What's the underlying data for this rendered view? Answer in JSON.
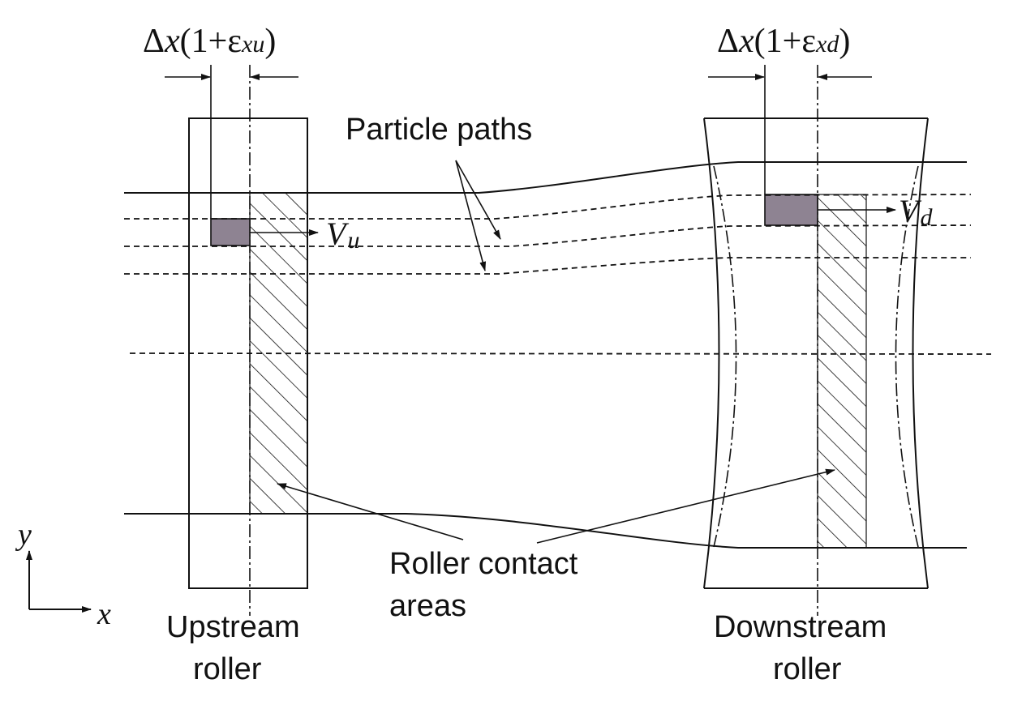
{
  "labels": {
    "particle_paths": "Particle paths",
    "roller_contact_line1": "Roller contact",
    "roller_contact_line2": "areas",
    "upstream_line1": "Upstream",
    "upstream_line2": "roller",
    "downstream_line1": "Downstream",
    "downstream_line2": "roller",
    "velocity_upstream_symbol": "V",
    "velocity_upstream_sub": "u",
    "velocity_downstream_symbol": "V",
    "velocity_downstream_sub": "d",
    "axis_x": "x",
    "axis_y": "y"
  },
  "dimensions": {
    "upstream": {
      "prefix": "Δ",
      "var": "x",
      "open": "(1+",
      "eps": "ε",
      "sub": "xu",
      "close": ")"
    },
    "downstream": {
      "prefix": "Δ",
      "var": "x",
      "open": "(1+",
      "eps": "ε",
      "sub": "xd",
      "close": ")"
    }
  },
  "colors": {
    "line": "#111111",
    "element_fill": "#8e8392",
    "background": "#ffffff"
  }
}
